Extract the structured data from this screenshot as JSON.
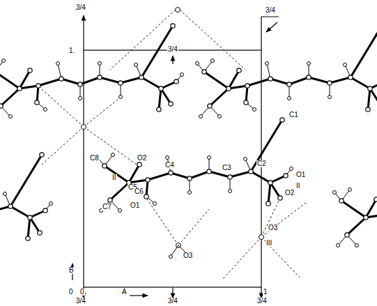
{
  "diagram": {
    "labels": [
      "3/4",
      "1.",
      "3/4",
      "3/4",
      "C8",
      "O2",
      "II",
      "C5",
      "C6",
      "O1",
      "C7",
      "C4",
      "C3",
      "C1",
      "C2",
      "O1",
      "O2",
      "II",
      "O3",
      "III",
      "O3",
      "B",
      "0",
      "0",
      "A",
      "1",
      "3/4",
      "3/4",
      "3/4"
    ]
  }
}
